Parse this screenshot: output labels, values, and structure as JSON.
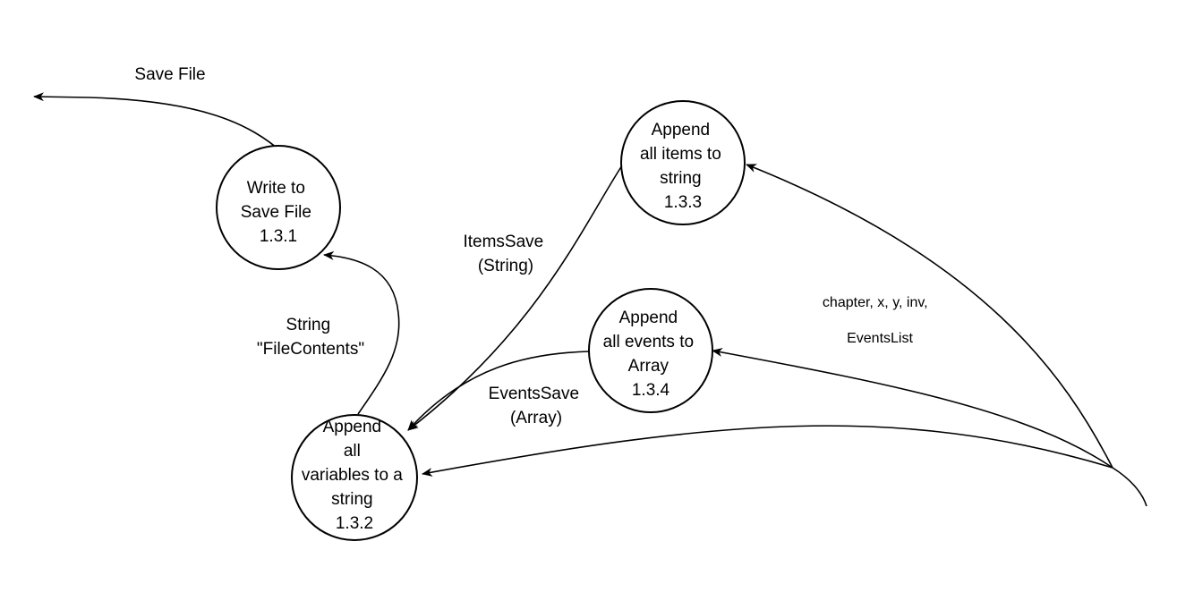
{
  "nodes": {
    "write_save_file": {
      "lines": [
        "Write to",
        "Save File",
        "1.3.1"
      ]
    },
    "append_variables": {
      "lines": [
        "Append",
        "all",
        "variables to a",
        "string",
        "1.3.2"
      ]
    },
    "append_items": {
      "lines": [
        "Append",
        "all items to",
        "string",
        "1.3.3"
      ]
    },
    "append_events": {
      "lines": [
        "Append",
        "all events to",
        "Array",
        "1.3.4"
      ]
    }
  },
  "flows": {
    "save_file": {
      "label": "Save File"
    },
    "file_contents": {
      "lines": [
        "String",
        "\"FileContents\""
      ]
    },
    "items_save": {
      "lines": [
        "ItemsSave",
        "(String)"
      ]
    },
    "events_save": {
      "lines": [
        "EventsSave",
        "(Array)"
      ]
    },
    "inputs": {
      "lines": [
        "chapter, x, y, inv,",
        "EventsList"
      ]
    }
  }
}
